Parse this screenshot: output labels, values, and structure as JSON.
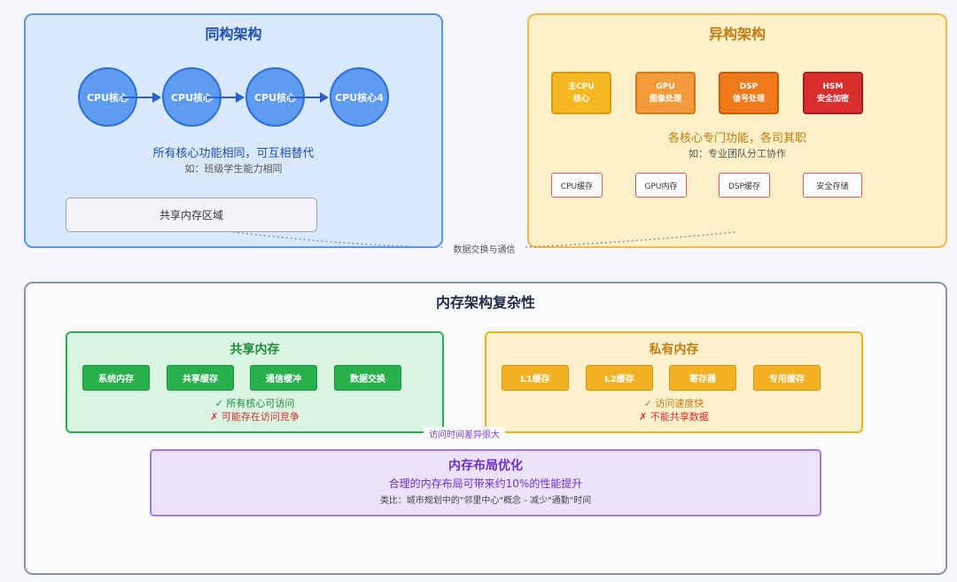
{
  "homogeneous": {
    "title": "同构架构",
    "cores": [
      "CPU核心",
      "CPU核心",
      "CPU核心",
      "CPU核心4"
    ],
    "description": "所有核心功能相同，可互相替代",
    "example": "如：班级学生能力相同",
    "shared_memory": "共享内存区域"
  },
  "heterogeneous": {
    "title": "异构架构",
    "cores": [
      {
        "line1": "主CPU",
        "line2": "核心"
      },
      {
        "line1": "GPU",
        "line2": "图像处理"
      },
      {
        "line1": "DSP",
        "line2": "信号处理"
      },
      {
        "line1": "HSM",
        "line2": "安全加密"
      }
    ],
    "description": "各核心专门功能，各司其职",
    "example": "如：专业团队分工协作",
    "caches": [
      "CPU缓存",
      "GPU内存",
      "DSP缓存",
      "安全存储"
    ]
  },
  "connector": {
    "label": "数据交换与通信"
  },
  "memory": {
    "title": "内存架构复杂性",
    "shared": {
      "title": "共享内存",
      "items": [
        "系统内存",
        "共享缓存",
        "通信缓冲",
        "数据交换"
      ],
      "pro": "✓ 所有核心可访问",
      "con": "✗ 可能存在访问竞争"
    },
    "private": {
      "title": "私有内存",
      "items": [
        "L1缓存",
        "L2缓存",
        "寄存器",
        "专用缓存"
      ],
      "pro": "✓ 访问速度快",
      "con": "✗ 不能共享数据"
    },
    "latency_label": "访问时间差异很大",
    "optimization": {
      "title": "内存布局优化",
      "main": "合理的内存布局可带来约10%的性能提升",
      "analogy": "类比：城市规划中的\"邻里中心\"概念 - 减少\"通勤\"时间"
    }
  },
  "colors": {
    "homo_accent": "#5b93e6",
    "hetero_accent": "#f2b84b",
    "shared_green": "#27b04b",
    "private_orange": "#f2b023",
    "optimize_purple": "#a677ea"
  }
}
